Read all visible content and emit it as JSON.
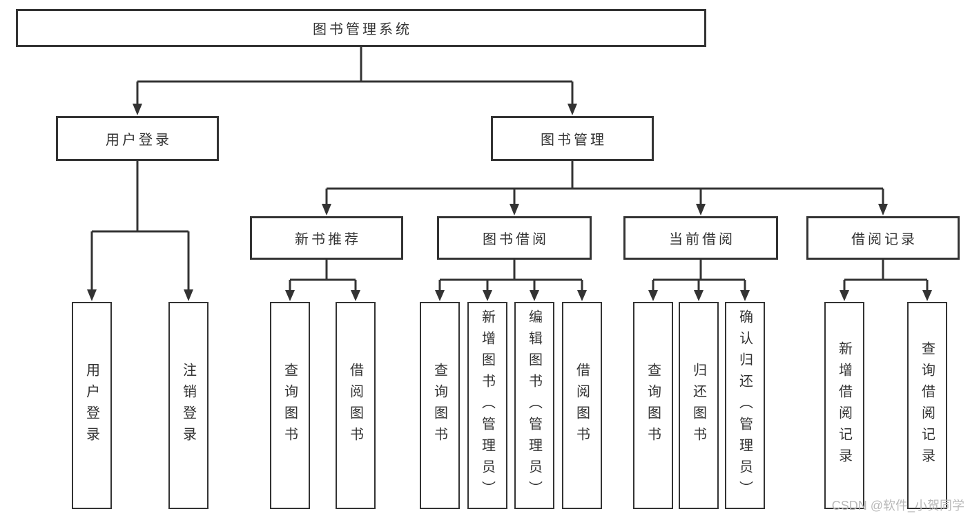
{
  "diagram": {
    "root": {
      "label": "图书管理系统"
    },
    "level2": [
      {
        "id": "user-login",
        "label": "用户登录"
      },
      {
        "id": "book-management",
        "label": "图书管理"
      }
    ],
    "level3": [
      {
        "id": "new-book-recommend",
        "label": "新书推荐",
        "parent": "图书管理"
      },
      {
        "id": "book-borrowing",
        "label": "图书借阅",
        "parent": "图书管理"
      },
      {
        "id": "current-borrowing",
        "label": "当前借阅",
        "parent": "图书管理"
      },
      {
        "id": "borrowing-records",
        "label": "借阅记录",
        "parent": "图书管理"
      }
    ],
    "leaves": [
      {
        "id": "user-login-leaf",
        "label": "用户登录",
        "parent": "用户登录"
      },
      {
        "id": "logout-leaf",
        "label": "注销登录",
        "parent": "用户登录"
      },
      {
        "id": "query-books-recommend",
        "label": "查询图书",
        "parent": "新书推荐"
      },
      {
        "id": "borrow-book-recommend",
        "label": "借阅图书",
        "parent": "新书推荐"
      },
      {
        "id": "query-books-borrowing",
        "label": "查询图书",
        "parent": "图书借阅"
      },
      {
        "id": "add-book-admin",
        "label": "新增图书（管理员）",
        "parent": "图书借阅"
      },
      {
        "id": "edit-book-admin",
        "label": "编辑图书（管理员）",
        "parent": "图书借阅"
      },
      {
        "id": "borrow-book-borrowing",
        "label": "借阅图书",
        "parent": "图书借阅"
      },
      {
        "id": "query-books-current",
        "label": "查询图书",
        "parent": "当前借阅"
      },
      {
        "id": "return-book",
        "label": "归还图书",
        "parent": "当前借阅"
      },
      {
        "id": "confirm-return-admin",
        "label": "确认归还（管理员）",
        "parent": "当前借阅"
      },
      {
        "id": "add-borrow-record",
        "label": "新增借阅记录",
        "parent": "借阅记录"
      },
      {
        "id": "query-borrow-record",
        "label": "查询借阅记录",
        "parent": "借阅记录"
      }
    ],
    "watermark": "CSDN @软件_小贺同学",
    "colors": {
      "line": "#333333",
      "box_border": "#333333",
      "text": "#333333",
      "background": "#ffffff",
      "watermark": "#b9b9b9"
    }
  }
}
